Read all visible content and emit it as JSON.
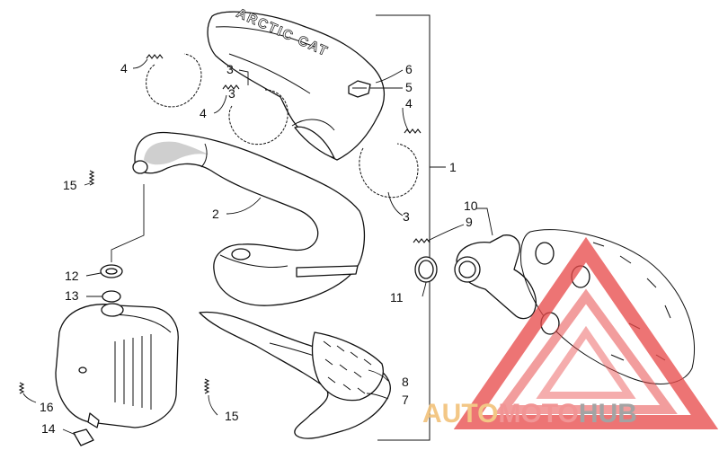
{
  "callouts": {
    "c1": "1",
    "c2": "2",
    "c3a": "3",
    "c3b": "3",
    "c3c": "3",
    "c4a": "4",
    "c4b": "4",
    "c4c": "4",
    "c5": "5",
    "c6": "6",
    "c7": "7",
    "c8": "8",
    "c9": "9",
    "c10": "10",
    "c11": "11",
    "c12": "12",
    "c13": "13",
    "c14": "14",
    "c15a": "15",
    "c15b": "15",
    "c16": "16"
  },
  "heat_shield_embossed_text": "ARCTIC CAT",
  "watermark": {
    "part1": "AUTO",
    "part2": "MOTO",
    "part3": "HUB",
    "color_part1": "#f2c27a",
    "color_part2": "#f08a8a",
    "color_part3": "#9a9a9a",
    "triangle_color": "#e84a4a"
  }
}
